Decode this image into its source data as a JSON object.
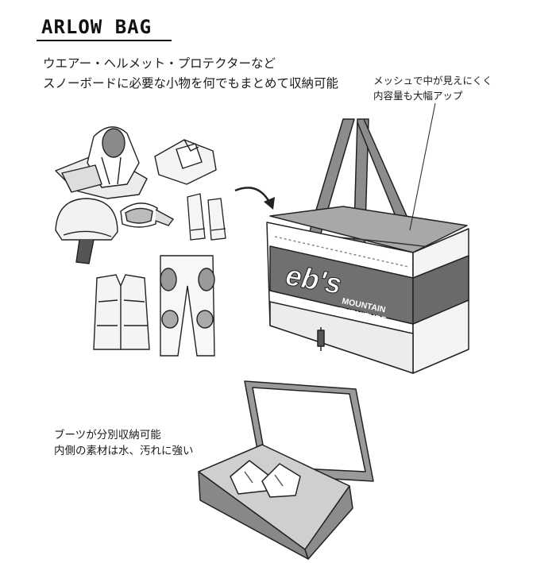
{
  "title": "ARLOW BAG",
  "intro": {
    "line1": "ウエアー・ヘルメット・プロテクターなど",
    "line2": "スノーボードに必要な小物を何でもまとめて収納可能"
  },
  "mesh_note": {
    "line1": "メッシュで中が見えにくく",
    "line2": "内容量も大幅アップ"
  },
  "boots_note": {
    "line1": "ブーツが分別収納可能",
    "line2": "内側の素材は水、汚れに強い"
  },
  "brand": {
    "logo": "eb's",
    "line1": "MOUNTAIN",
    "line2": "FURNITURE"
  }
}
